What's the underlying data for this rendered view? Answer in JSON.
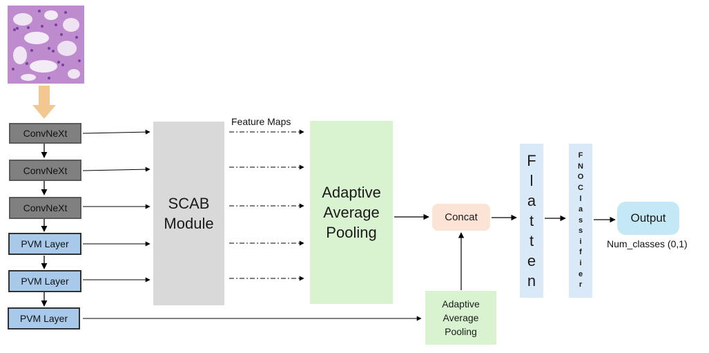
{
  "diagram": {
    "feature_maps_label": "Feature Maps",
    "encoder": {
      "convnext": [
        "ConvNeXt",
        "ConvNeXt",
        "ConvNeXt"
      ],
      "pvm": [
        "PVM Layer",
        "PVM Layer",
        "PVM Layer"
      ]
    },
    "scab": {
      "line1": "SCAB",
      "line2": "Module"
    },
    "adaptive_pool_large": {
      "line1": "Adaptive",
      "line2": "Average",
      "line3": "Pooling"
    },
    "adaptive_pool_small": {
      "line1": "Adaptive",
      "line2": "Average",
      "line3": "Pooling"
    },
    "concat": "Concat",
    "flatten": [
      "F",
      "l",
      "a",
      "t",
      "t",
      "e",
      "n"
    ],
    "fno_classifier": [
      "F",
      "N",
      "O",
      "C",
      "l",
      "a",
      "s",
      "s",
      "i",
      "f",
      "i",
      "e",
      "r"
    ],
    "output": "Output",
    "num_classes": "Num_classes (0,1)",
    "colors": {
      "convnext_fill": "#808080",
      "pvm_fill": "#a9c9ea",
      "scab_fill": "#d9d9d9",
      "pool_fill": "#d9f2d0",
      "concat_fill": "#fbe3d6",
      "flatten_fill": "#dae9f8",
      "output_fill": "#c5e8f7",
      "input_arrow": "#f3c792"
    }
  }
}
